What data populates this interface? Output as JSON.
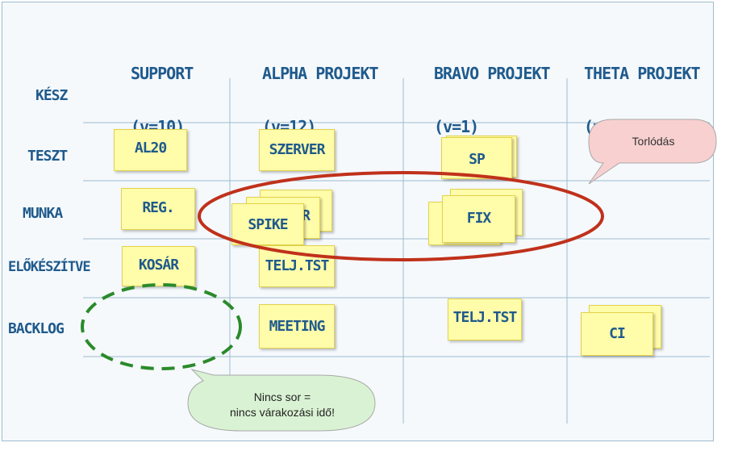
{
  "columns": [
    {
      "name": "Support",
      "limit": "(v=10)"
    },
    {
      "name": "Alpha Projekt",
      "limit": "(v=12)"
    },
    {
      "name": "Bravo Projekt",
      "limit": "(v=1)"
    },
    {
      "name": "Theta Projekt",
      "limit": "(v=0)"
    }
  ],
  "rows": [
    "Kész",
    "Teszt",
    "Munka",
    "Előkészítve",
    "Backlog"
  ],
  "notes": {
    "al20": "AL20",
    "szerver": "Szerver",
    "sp": "SP",
    "reg": "Reg.",
    "alpha_hidden": "r",
    "spike": "Spike",
    "fix": "Fix",
    "kosar": "Kosár",
    "telj_alpha": "Telj.tst",
    "meeting": "Meeting",
    "telj_bravo": "Telj.tst",
    "ci": "CI"
  },
  "callouts": {
    "torlodas": "Torlódás",
    "nincs_line1": "Nincs sor =",
    "nincs_line2": "nincs várakozási idő!"
  },
  "colors": {
    "header_text": "#1f5a8c",
    "sticky_note": "#fffcaa",
    "red_ellipse": "#c0311b",
    "green_ellipse": "#2a8a2a",
    "pink_callout": "#f8d0d0",
    "green_callout": "#d9f2d3"
  }
}
